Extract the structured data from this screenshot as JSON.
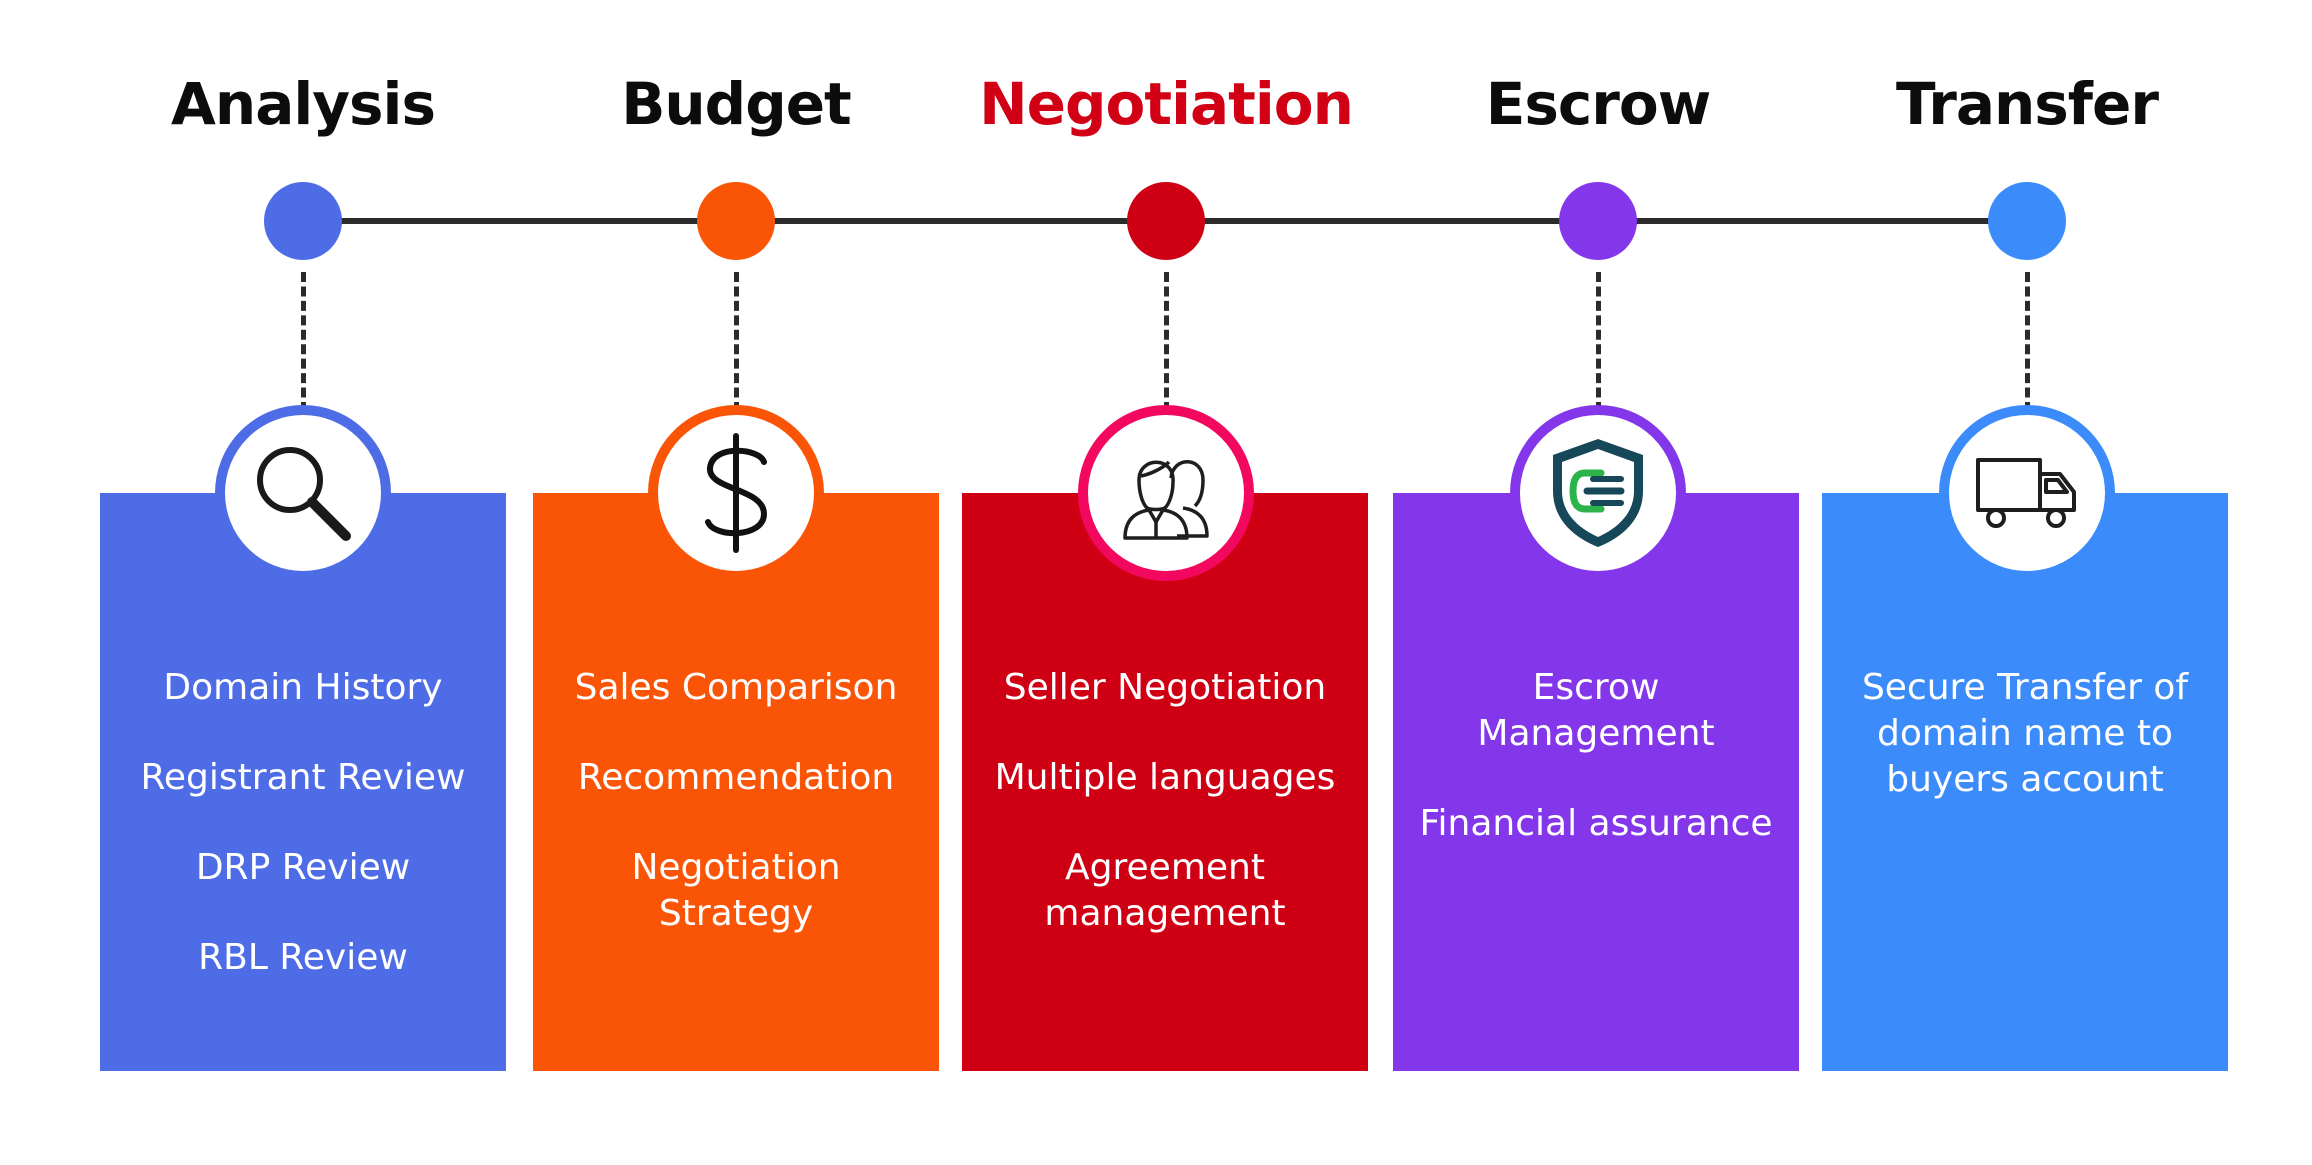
{
  "stages": [
    {
      "title": "Analysis",
      "title_color": "#0c0c0c",
      "color": "#4e6ce6",
      "icon": "magnifier-icon",
      "items": [
        "Domain History",
        "Registrant Review",
        "DRP Review",
        "RBL Review"
      ]
    },
    {
      "title": "Budget",
      "title_color": "#0c0c0c",
      "color": "#fa5507",
      "icon": "dollar-icon",
      "items": [
        "Sales Comparison",
        "Recommendation",
        "Negotiation Strategy"
      ]
    },
    {
      "title": "Negotiation",
      "title_color": "#d20015",
      "color": "#cf0013",
      "ring_color": "#f2095f",
      "icon": "people-icon",
      "items": [
        "Seller Negotiation",
        "Multiple languages",
        "Agreement management"
      ]
    },
    {
      "title": "Escrow",
      "title_color": "#0c0c0c",
      "color": "#8437ea",
      "icon": "shield-icon",
      "items": [
        "Escrow Management",
        "Financial assurance"
      ]
    },
    {
      "title": "Transfer",
      "title_color": "#0c0c0c",
      "color": "#3b8bfb",
      "icon": "truck-icon",
      "items": [
        "Secure Transfer of domain name to buyers account"
      ]
    }
  ],
  "timeline_color": "#2b2b2b"
}
